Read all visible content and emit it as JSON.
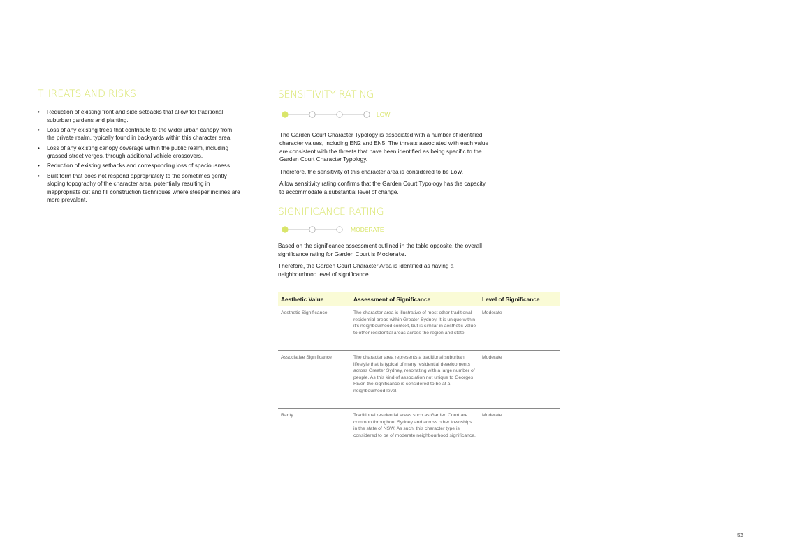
{
  "threats": {
    "heading": "THREATS AND RISKS",
    "items": [
      "Reduction of existing front and side setbacks that allow for traditional suburban gardens and planting.",
      "Loss of any existing trees that contribute to the wider urban canopy from the private realm, typically found in backyards within this character area.",
      "Loss of any existing canopy coverage within the public realm, including grassed street verges, through additional vehicle crossovers.",
      "Reduction of existing setbacks and corresponding loss of spaciousness.",
      "Built form that does not respond appropriately to the sometimes gently sloping topography of the character area, potentially resulting in inappropriate cut and fill construction techniques where steeper inclines are more prevalent."
    ]
  },
  "sensitivity": {
    "heading": "SENSITIVITY RATING",
    "scale_label": "LOW",
    "scale_steps": 4,
    "selected_step": 1,
    "p1": "The Garden Court Character Typology is associated with a number of identified character values, including  EN2 and EN5. The threats associated with each value are consistent with the threats that have been identified as being specific to the Garden Court Character Typology.",
    "p2_prefix": "Therefore, the sensitivity of this character area is considered to be ",
    "p2_rating": "Low.",
    "p3": "A low sensitivity rating confirms that the Garden Court Typology has the capacity to accommodate a substantial level of change."
  },
  "significance": {
    "heading": "SIGNIFICANCE RATING",
    "scale_label": "MODERATE",
    "scale_steps": 3,
    "selected_step": 1,
    "p1_prefix": "Based on the significance assessment outlined in the table opposite, the overall significance rating for Garden Court is ",
    "p1_rating": "Moderate.",
    "p2": "Therefore, the Garden Court Character Area is identified as having a neighbourhood level of significance."
  },
  "table": {
    "headers": [
      "Aesthetic Value",
      "Assessment of Significance",
      "Level of Significance"
    ],
    "rows": [
      [
        "Aesthetic Significance",
        "The character area is illustrative of most other traditional residential areas within Greater Sydney. It is unique within it's neighbourhood context, but is similar in aesthetic value to other residential areas across the region and state.",
        "Moderate"
      ],
      [
        "Associative Significance",
        "The character area represents a traditional suburban lifestyle that is typical of many residential developments across Greater Sydney, resonating with a large number of people. As this kind of association not unique to Georges River, the significance is considered to be at a neighbourhood level.",
        "Moderate"
      ],
      [
        "Rarity",
        "Traditional residential areas such as Garden Court  are common throughout Sydney and across other townships in the state of NSW. As such, this character type is considered to be of moderate neighbourhood significance.",
        "Moderate"
      ]
    ]
  },
  "page_number": "53",
  "colors": {
    "accent": "#d9e56a",
    "scale_line": "#aaaaaa",
    "table_header_bg": "#fafbd6"
  }
}
